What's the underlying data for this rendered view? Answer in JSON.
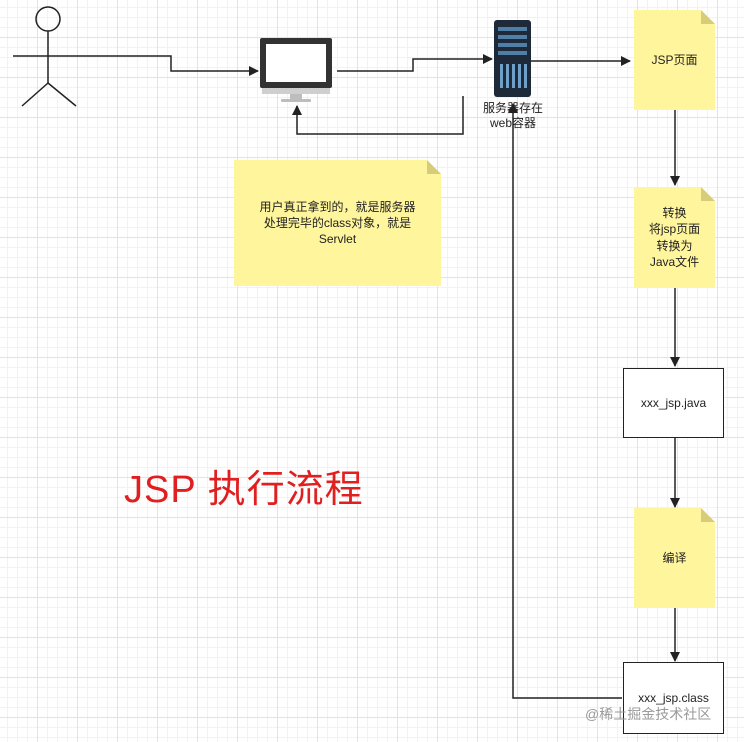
{
  "title": "JSP 执行流程",
  "nodes": {
    "server_label": "服务器存在\nweb容器",
    "jsp_page": "JSP页面",
    "convert_note": "转换\n将jsp页面\n转换为\nJava文件",
    "java_file": "xxx_jsp.java",
    "compile_note": "编译",
    "class_file": "xxx_jsp.class",
    "result_note": "用户真正拿到的，就是服务器处理完毕的class对象，就是Servlet"
  },
  "watermark": "@稀土掘金技术社区",
  "icons": [
    "user-actor-icon",
    "monitor-icon",
    "server-icon"
  ],
  "colors": {
    "title": "#e02020",
    "note_fill": "#fff59d",
    "line": "#222222"
  }
}
